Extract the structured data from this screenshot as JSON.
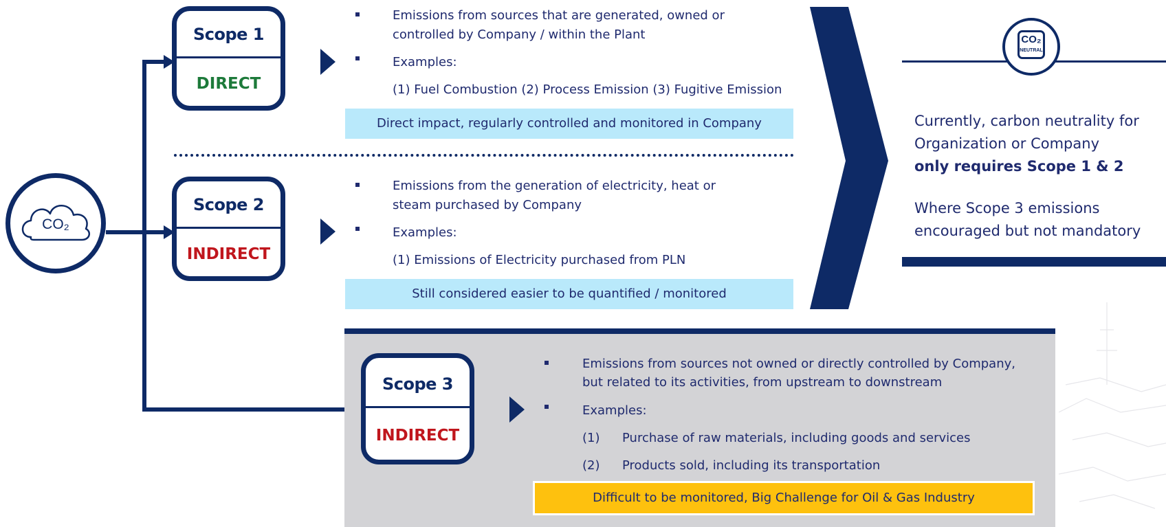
{
  "co2_label": "CO₂",
  "scopes": [
    {
      "title": "Scope 1",
      "kind": "DIRECT",
      "kind_color": "#1d7a3a",
      "bullet1": "Emissions from sources that are generated, owned or controlled by Company / within the Plant",
      "bullet1_l1": "Emissions from sources that are generated, owned or",
      "bullet1_l2": "controlled by Company / within the Plant",
      "bullet2": "Examples:",
      "examples": [
        "(1) Fuel Combustion (2) Process Emission (3) Fugitive Emission"
      ],
      "band": "Direct impact, regularly controlled and monitored in Company"
    },
    {
      "title": "Scope 2",
      "kind": "INDIRECT",
      "kind_color": "#c0161d",
      "bullet1_l1": "Emissions from the generation of electricity, heat or",
      "bullet1_l2": "steam purchased by Company",
      "bullet2": "Examples:",
      "examples": [
        "(1) Emissions of Electricity purchased from PLN"
      ],
      "band": "Still considered easier to be quantified / monitored"
    },
    {
      "title": "Scope 3",
      "kind": "INDIRECT",
      "kind_color": "#c0161d",
      "bullet1_l1": "Emissions from sources not owned or directly controlled by Company,",
      "bullet1_l2": "but related to its activities, from upstream to downstream",
      "bullet2": "Examples:",
      "examples": [
        {
          "num": "(1)",
          "text": "Purchase of raw materials, including goods and services"
        },
        {
          "num": "(2)",
          "text": "Products sold, including its transportation"
        }
      ],
      "band": "Difficult to be monitored, Big Challenge for Oil & Gas Industry"
    }
  ],
  "neutral_badge": {
    "top": "CO₂",
    "bottom": "NEUTRAL"
  },
  "summary": {
    "line1": "Currently, carbon neutrality for",
    "line2": "Organization or Company",
    "line3_bold": "only requires Scope 1 & 2",
    "line4": "Where Scope 3 emissions",
    "line5": "encouraged but not mandatory"
  },
  "colors": {
    "navy": "#0e2a66",
    "light_blue_band": "#b9e9fb",
    "grey_panel": "#d3d3d6",
    "yellow_band": "#fec10e"
  }
}
